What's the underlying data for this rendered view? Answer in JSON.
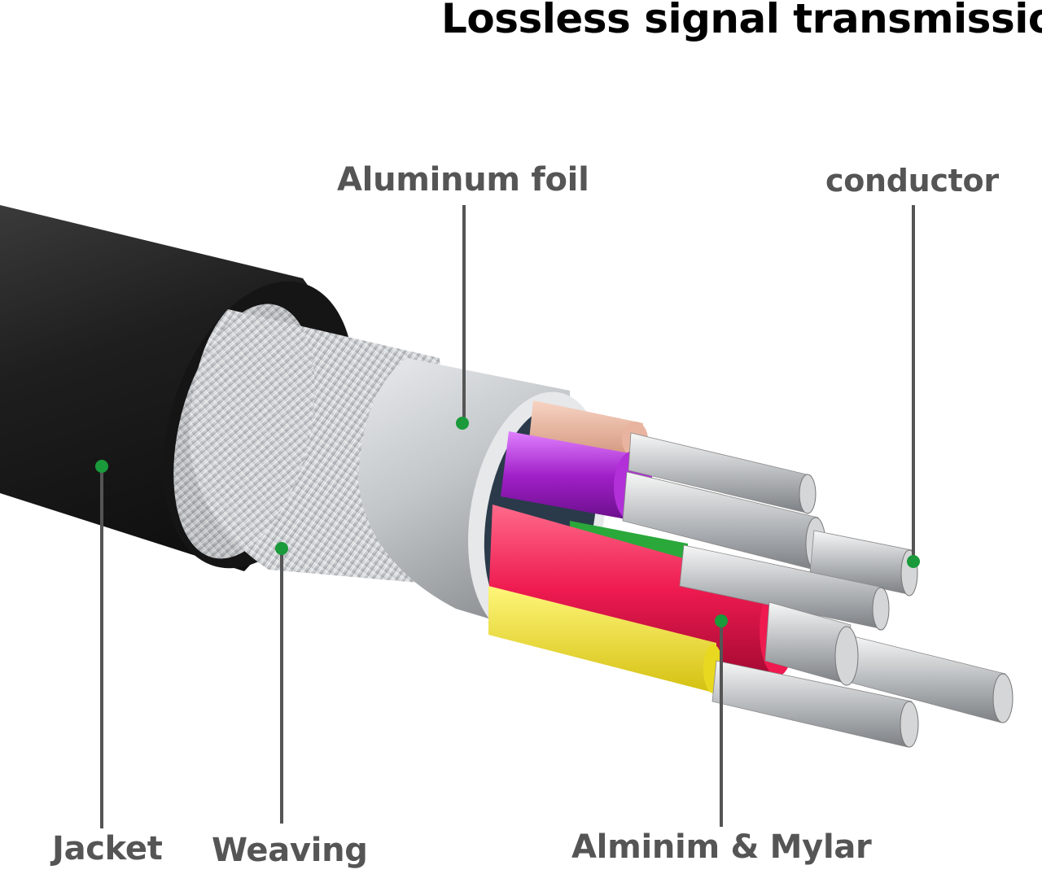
{
  "title": "Lossless signal transmission",
  "labels": {
    "aluminum_foil": "Aluminum foil",
    "conductor": "conductor",
    "jacket": "Jacket",
    "weaving": "Weaving",
    "alminim_mylar": "Alminim & Mylar"
  },
  "colors": {
    "jacket": "#1c1c1c",
    "braid": "#d7d9dc",
    "foil": "#c8cccf",
    "pink_wire": "#e8b4a0",
    "purple_wire": "#a020c8",
    "green_wire": "#2aa83a",
    "red_wire": "#ee1a50",
    "yellow_wire": "#f0e020",
    "leader_dot": "#1a9a3a",
    "leader_line": "#555555"
  }
}
